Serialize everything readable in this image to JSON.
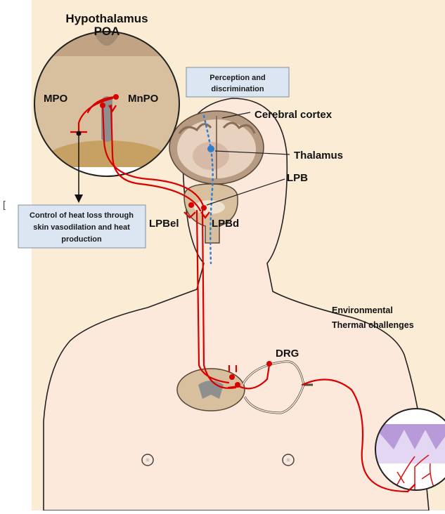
{
  "diagram": {
    "labels": {
      "hypothalamus": "Hypothalamus",
      "poa": "POA",
      "mpo": "MPO",
      "mnpo": "MnPO",
      "cerebral_cortex": "Cerebral cortex",
      "thalamus": "Thalamus",
      "lpb": "LPB",
      "lpbel": "LPBel",
      "lpbd": "LPBd",
      "drg": "DRG",
      "environmental_line1": "Environmental",
      "environmental_line2": "Thermal challenges",
      "bracket": "["
    },
    "boxes": {
      "perception": [
        "Perception and",
        "discrimination"
      ],
      "control": [
        "Control of heat loss through",
        "skin vasodilation and heat",
        "production"
      ]
    }
  }
}
